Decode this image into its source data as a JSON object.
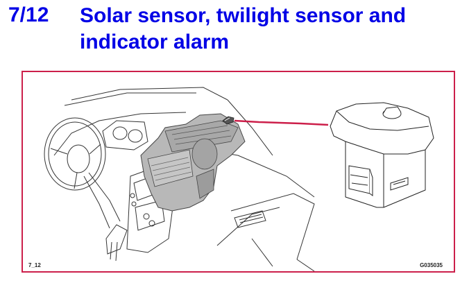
{
  "header": {
    "section_number": "7/12",
    "title": "Solar sensor, twilight sensor and indicator alarm"
  },
  "figure": {
    "label_left": "7_12",
    "label_right": "G035035",
    "colors": {
      "frame": "#cc1f4a",
      "pointer_line": "#cc1f4a",
      "heading": "#0000e6",
      "line_art": "#333333",
      "hvac_fill": "#b8b8b8"
    }
  }
}
